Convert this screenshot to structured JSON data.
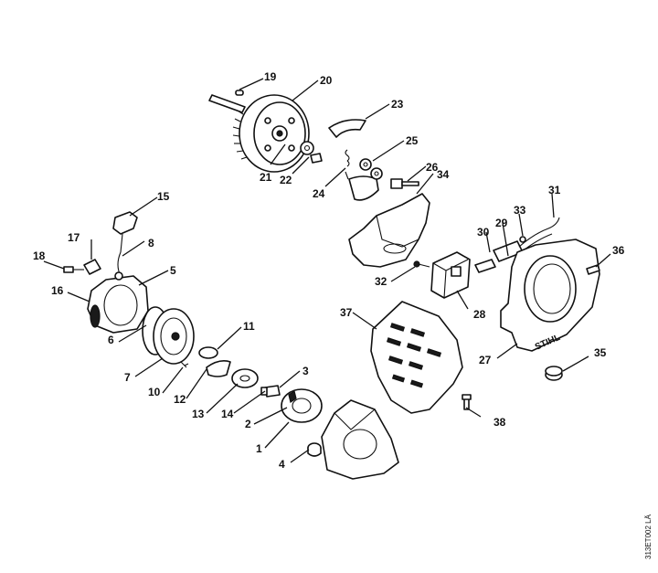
{
  "brand_logo": "STIHL",
  "drawing_code": "313ET002 LÄ",
  "callouts": [
    "1",
    "2",
    "3",
    "4",
    "5",
    "6",
    "7",
    "8",
    "10",
    "11",
    "12",
    "13",
    "14",
    "15",
    "16",
    "17",
    "18",
    "19",
    "20",
    "21",
    "22",
    "23",
    "24",
    "25",
    "26",
    "27",
    "28",
    "29",
    "30",
    "31",
    "32",
    "33",
    "34",
    "35",
    "36",
    "37",
    "38"
  ]
}
